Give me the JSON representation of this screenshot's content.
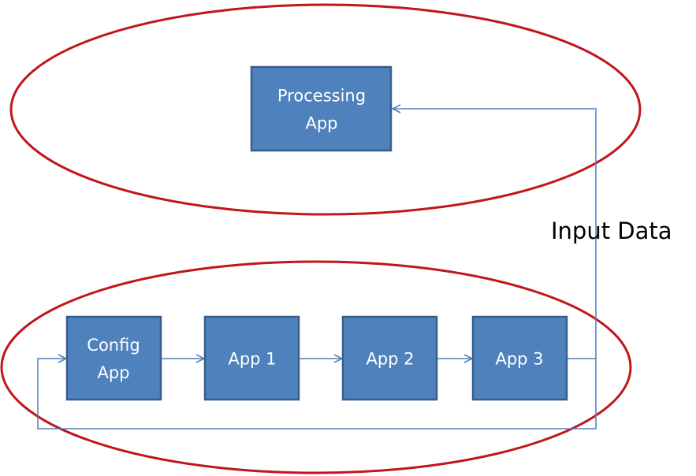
{
  "diagram": {
    "groups": [
      {
        "id": "processing-group"
      },
      {
        "id": "apps-group"
      }
    ],
    "nodes": [
      {
        "id": "processing",
        "lines": [
          "Processing",
          "App"
        ]
      },
      {
        "id": "config",
        "lines": [
          "Config",
          "App"
        ]
      },
      {
        "id": "app1",
        "lines": [
          "App 1"
        ]
      },
      {
        "id": "app2",
        "lines": [
          "App 2"
        ]
      },
      {
        "id": "app3",
        "lines": [
          "App 3"
        ]
      }
    ],
    "edges": [
      {
        "from": "config",
        "to": "app1"
      },
      {
        "from": "app1",
        "to": "app2"
      },
      {
        "from": "app2",
        "to": "app3"
      },
      {
        "from": "app3",
        "to": "processing",
        "label": "Input Data"
      },
      {
        "from": "app3",
        "to": "config"
      }
    ],
    "input_label": "Input Data"
  },
  "colors": {
    "background": "#ffffff",
    "ellipse_stroke": "#c0161c",
    "node_fill": "#4f81bd",
    "node_stroke": "#385d8a",
    "node_text": "#ffffff",
    "connector": "#4f81bd",
    "label_text": "#000000"
  }
}
